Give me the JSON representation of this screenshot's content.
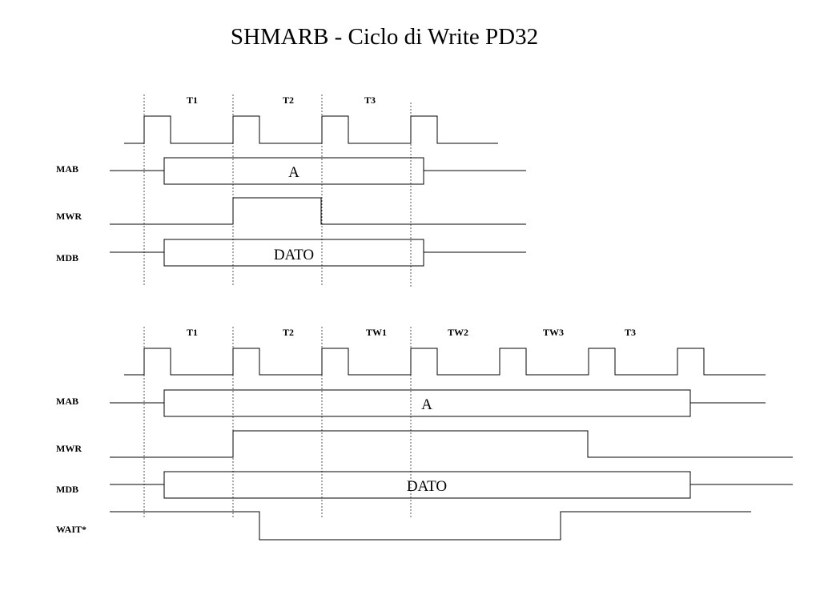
{
  "title": "SHMARB - Ciclo di Write  PD32",
  "top": {
    "cycles": [
      "T1",
      "T2",
      "T3"
    ],
    "signals": [
      "MAB",
      "MWR",
      "MDB"
    ],
    "mab_value": "A",
    "mdb_value": "DATO"
  },
  "bottom": {
    "cycles": [
      "T1",
      "T2",
      "TW1",
      "TW2",
      "TW3",
      "T3"
    ],
    "signals": [
      "MAB",
      "MWR",
      "MDB",
      "WAIT*"
    ],
    "mab_value": "A",
    "mdb_value": "DATO"
  }
}
